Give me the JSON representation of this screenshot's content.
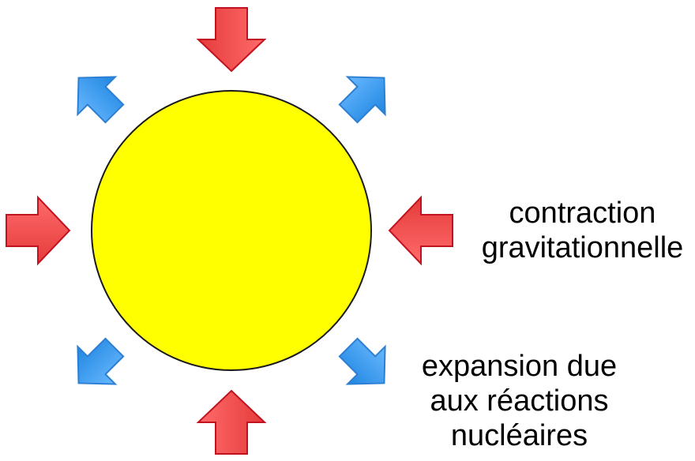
{
  "labels": {
    "contraction": {
      "line1": "contraction",
      "line2": "gravitationnelle"
    },
    "expansion": {
      "line1": "expansion due",
      "line2": "aux réactions",
      "line3": "nucléaires"
    }
  },
  "icons": {
    "star": "star-circle",
    "inward_arrow": "red-inward-arrow",
    "outward_arrow": "blue-outward-arrow"
  },
  "colors": {
    "star_fill": "#ffff00",
    "star_stroke": "#1a1a1a",
    "contraction_arrow_top": "#ff6b6b",
    "contraction_arrow_bottom": "#e53b3b",
    "contraction_arrow_stroke": "#c2121f",
    "expansion_arrow_top": "#69b8ff",
    "expansion_arrow_bottom": "#1f86e0",
    "expansion_arrow_stroke": "#2d7fd2",
    "text": "#000000"
  }
}
